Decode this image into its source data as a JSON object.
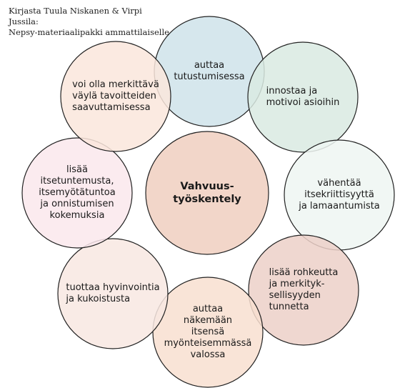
{
  "source_line1": "Kirjasta Tuula Niskanen & Virpi Jussila:",
  "source_line2": "Nepsy-materiaalipakki ammattilaiselle",
  "center": {
    "label": "Vahvuus-\ntyöskentely",
    "fill": "#f0cfc0",
    "stroke": "#222222"
  },
  "items": [
    {
      "label": "auttaa\ntutustumisessa",
      "fill": "#cfe3ea"
    },
    {
      "label": "innostaa ja\nmotivoi asioihin",
      "fill": "#d9eae2"
    },
    {
      "label": "vähentää\nitsekriittisyyttä\nja lamaantumista",
      "fill": "#eef6f2"
    },
    {
      "label": "lisää rohkeutta\nja merkityk-\nsellisyyden\ntunnetta",
      "fill": "#ecd0c8"
    },
    {
      "label": "auttaa\nnäkemään\nitsensä\nmyönteisemmässä\nvalossa",
      "fill": "#f8dfd0"
    },
    {
      "label": "tuottaa hyvinvointia\nja kukoistusta",
      "fill": "#f8e7e2"
    },
    {
      "label": "lisää\nitsetuntemusta,\nitsemyötätuntoa\nja onnistumisen\nkokemuksia",
      "fill": "#fae8ec"
    },
    {
      "label": "voi olla merkittävä\nväylä tavoitteiden\nsaavuttamisessa",
      "fill": "#fae6dc"
    }
  ]
}
